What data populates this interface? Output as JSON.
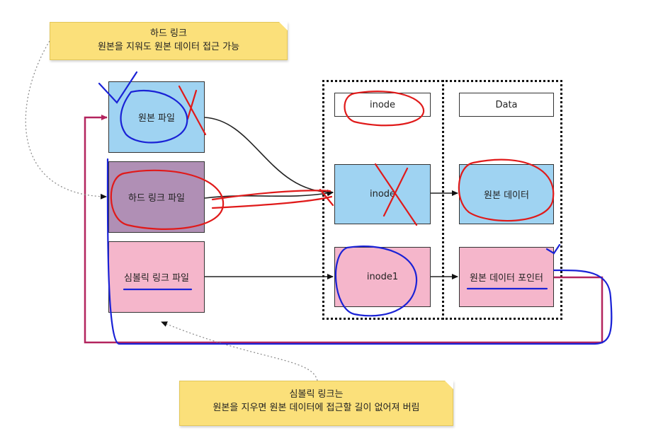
{
  "notes": {
    "hardlink": {
      "line1": "하드 링크",
      "line2": "원본을 지워도 원본 데이터 접근 가능"
    },
    "symlink": {
      "line1": "심볼릭 링크는",
      "line2": "원본을 지우면 원본 데이터에 접근할 길이 없어져 버림"
    }
  },
  "files": {
    "original": "원본 파일",
    "hardlink": "하드 링크 파일",
    "symlink": "심볼릭 링크 파일"
  },
  "inode_column": {
    "header": "inode",
    "inode_shared": "inode",
    "inode1": "inode1"
  },
  "data_column": {
    "header": "Data",
    "original_data": "원본 데이터",
    "data_pointer": "원본 데이터 포인터"
  },
  "colors": {
    "file_blue": "#9fd3f2",
    "file_mauve": "#b08fb5",
    "file_pink": "#f5b6cb",
    "note_yellow": "#fbe07a",
    "annotation_red": "#e01a1a",
    "annotation_blue": "#1a22d6",
    "link_crimson": "#b3245e"
  }
}
